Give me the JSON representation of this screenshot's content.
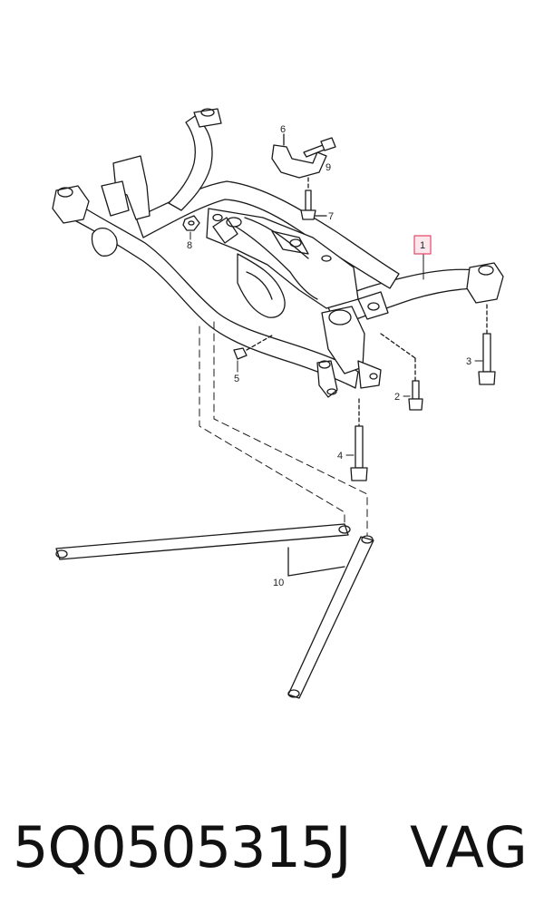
{
  "diagram": {
    "callouts": {
      "c1": "1",
      "c2": "2",
      "c3": "3",
      "c4": "4",
      "c5": "5",
      "c6": "6",
      "c7": "7",
      "c8": "8",
      "c9": "9",
      "c10": "10"
    },
    "highlight_color": "#e24b6a"
  },
  "caption": {
    "part_number": "5Q0505315J",
    "brand": "VAG"
  }
}
